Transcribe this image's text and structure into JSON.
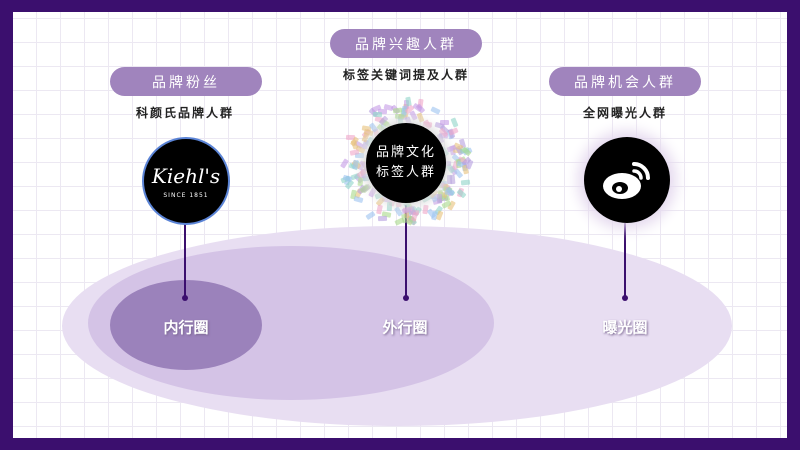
{
  "groups": [
    {
      "pill": "品牌粉丝",
      "subtitle": "科颜氏品牌人群",
      "circle_type": "logo",
      "logo_text": "Kiehl's",
      "logo_sub": "SINCE 1851",
      "ring_label": "内行圈"
    },
    {
      "pill": "品牌兴趣人群",
      "subtitle": "标签关键词提及人群",
      "circle_text": [
        "品牌文化",
        "标签人群"
      ],
      "circle_type": "word-cloud",
      "ring_label": "外行圈"
    },
    {
      "pill": "品牌机会人群",
      "subtitle": "全网曝光人群",
      "circle_type": "weibo-icon",
      "ring_label": "曝光圈"
    }
  ],
  "colors": {
    "frame": "#3b0f6e",
    "pill": "#a084bd",
    "inner": "#9b82bb",
    "middle": "#d4c3e6",
    "outer": "#e8def2"
  }
}
